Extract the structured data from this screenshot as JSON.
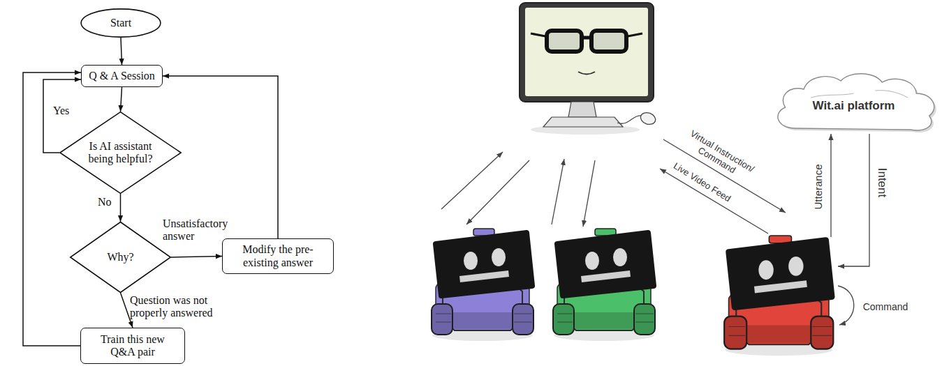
{
  "diagram": {
    "nodes": [
      {
        "text": [
          "Start"
        ]
      },
      {
        "text": [
          "Q & A Session"
        ]
      },
      {
        "text": [
          "Is AI assistant being helpful?"
        ]
      },
      {
        "text": [
          "Why?"
        ]
      },
      {
        "text": [
          "Modify the pre-existing answer"
        ]
      },
      {
        "text": [
          "Train this new Q&A pair"
        ]
      },
      {
        "text": [
          "Wit.ai platform"
        ]
      }
    ],
    "edges": [
      {
        "from": 0,
        "to": 1,
        "arrow": "to"
      },
      {
        "from": 1,
        "to": 2,
        "arrow": "to"
      },
      {
        "from": 2,
        "to": 1,
        "label": "Yes",
        "arrow": "to"
      },
      {
        "from": 2,
        "to": 3,
        "label": "No",
        "arrow": "to"
      },
      {
        "from": 3,
        "to": 4,
        "label": "Unsatisfactory answer",
        "arrow": "to"
      },
      {
        "from": 4,
        "to": 1,
        "arrow": "to"
      },
      {
        "from": 3,
        "to": 5,
        "label": "Question was not properly answered",
        "arrow": "to"
      },
      {
        "from": 5,
        "to": 1,
        "arrow": "to"
      }
    ],
    "labels": [
      "Virtual Instruction/ Command",
      "Live Video Feed",
      "Utterance",
      "Intent",
      "Command"
    ]
  }
}
